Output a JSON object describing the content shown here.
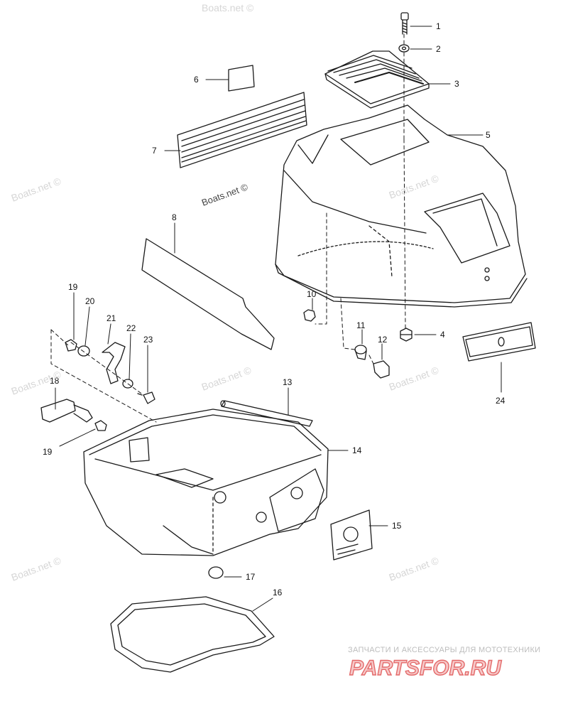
{
  "callouts": [
    "1",
    "2",
    "3",
    "4",
    "5",
    "6",
    "7",
    "8",
    "10",
    "11",
    "12",
    "13",
    "14",
    "15",
    "16",
    "17",
    "18",
    "19",
    "19",
    "20",
    "21",
    "22",
    "23",
    "24"
  ],
  "watermark": "Boats.net ©",
  "brand": {
    "tagline": "ЗАПЧАСТИ И АКСЕССУАРЫ ДЛЯ МОТОТЕХНИКИ",
    "logo": "PARTSFOR.RU"
  },
  "colors": {
    "line": "#1a1a1a",
    "watermark": "#d6d6d6",
    "brand": "#e46a6a"
  }
}
